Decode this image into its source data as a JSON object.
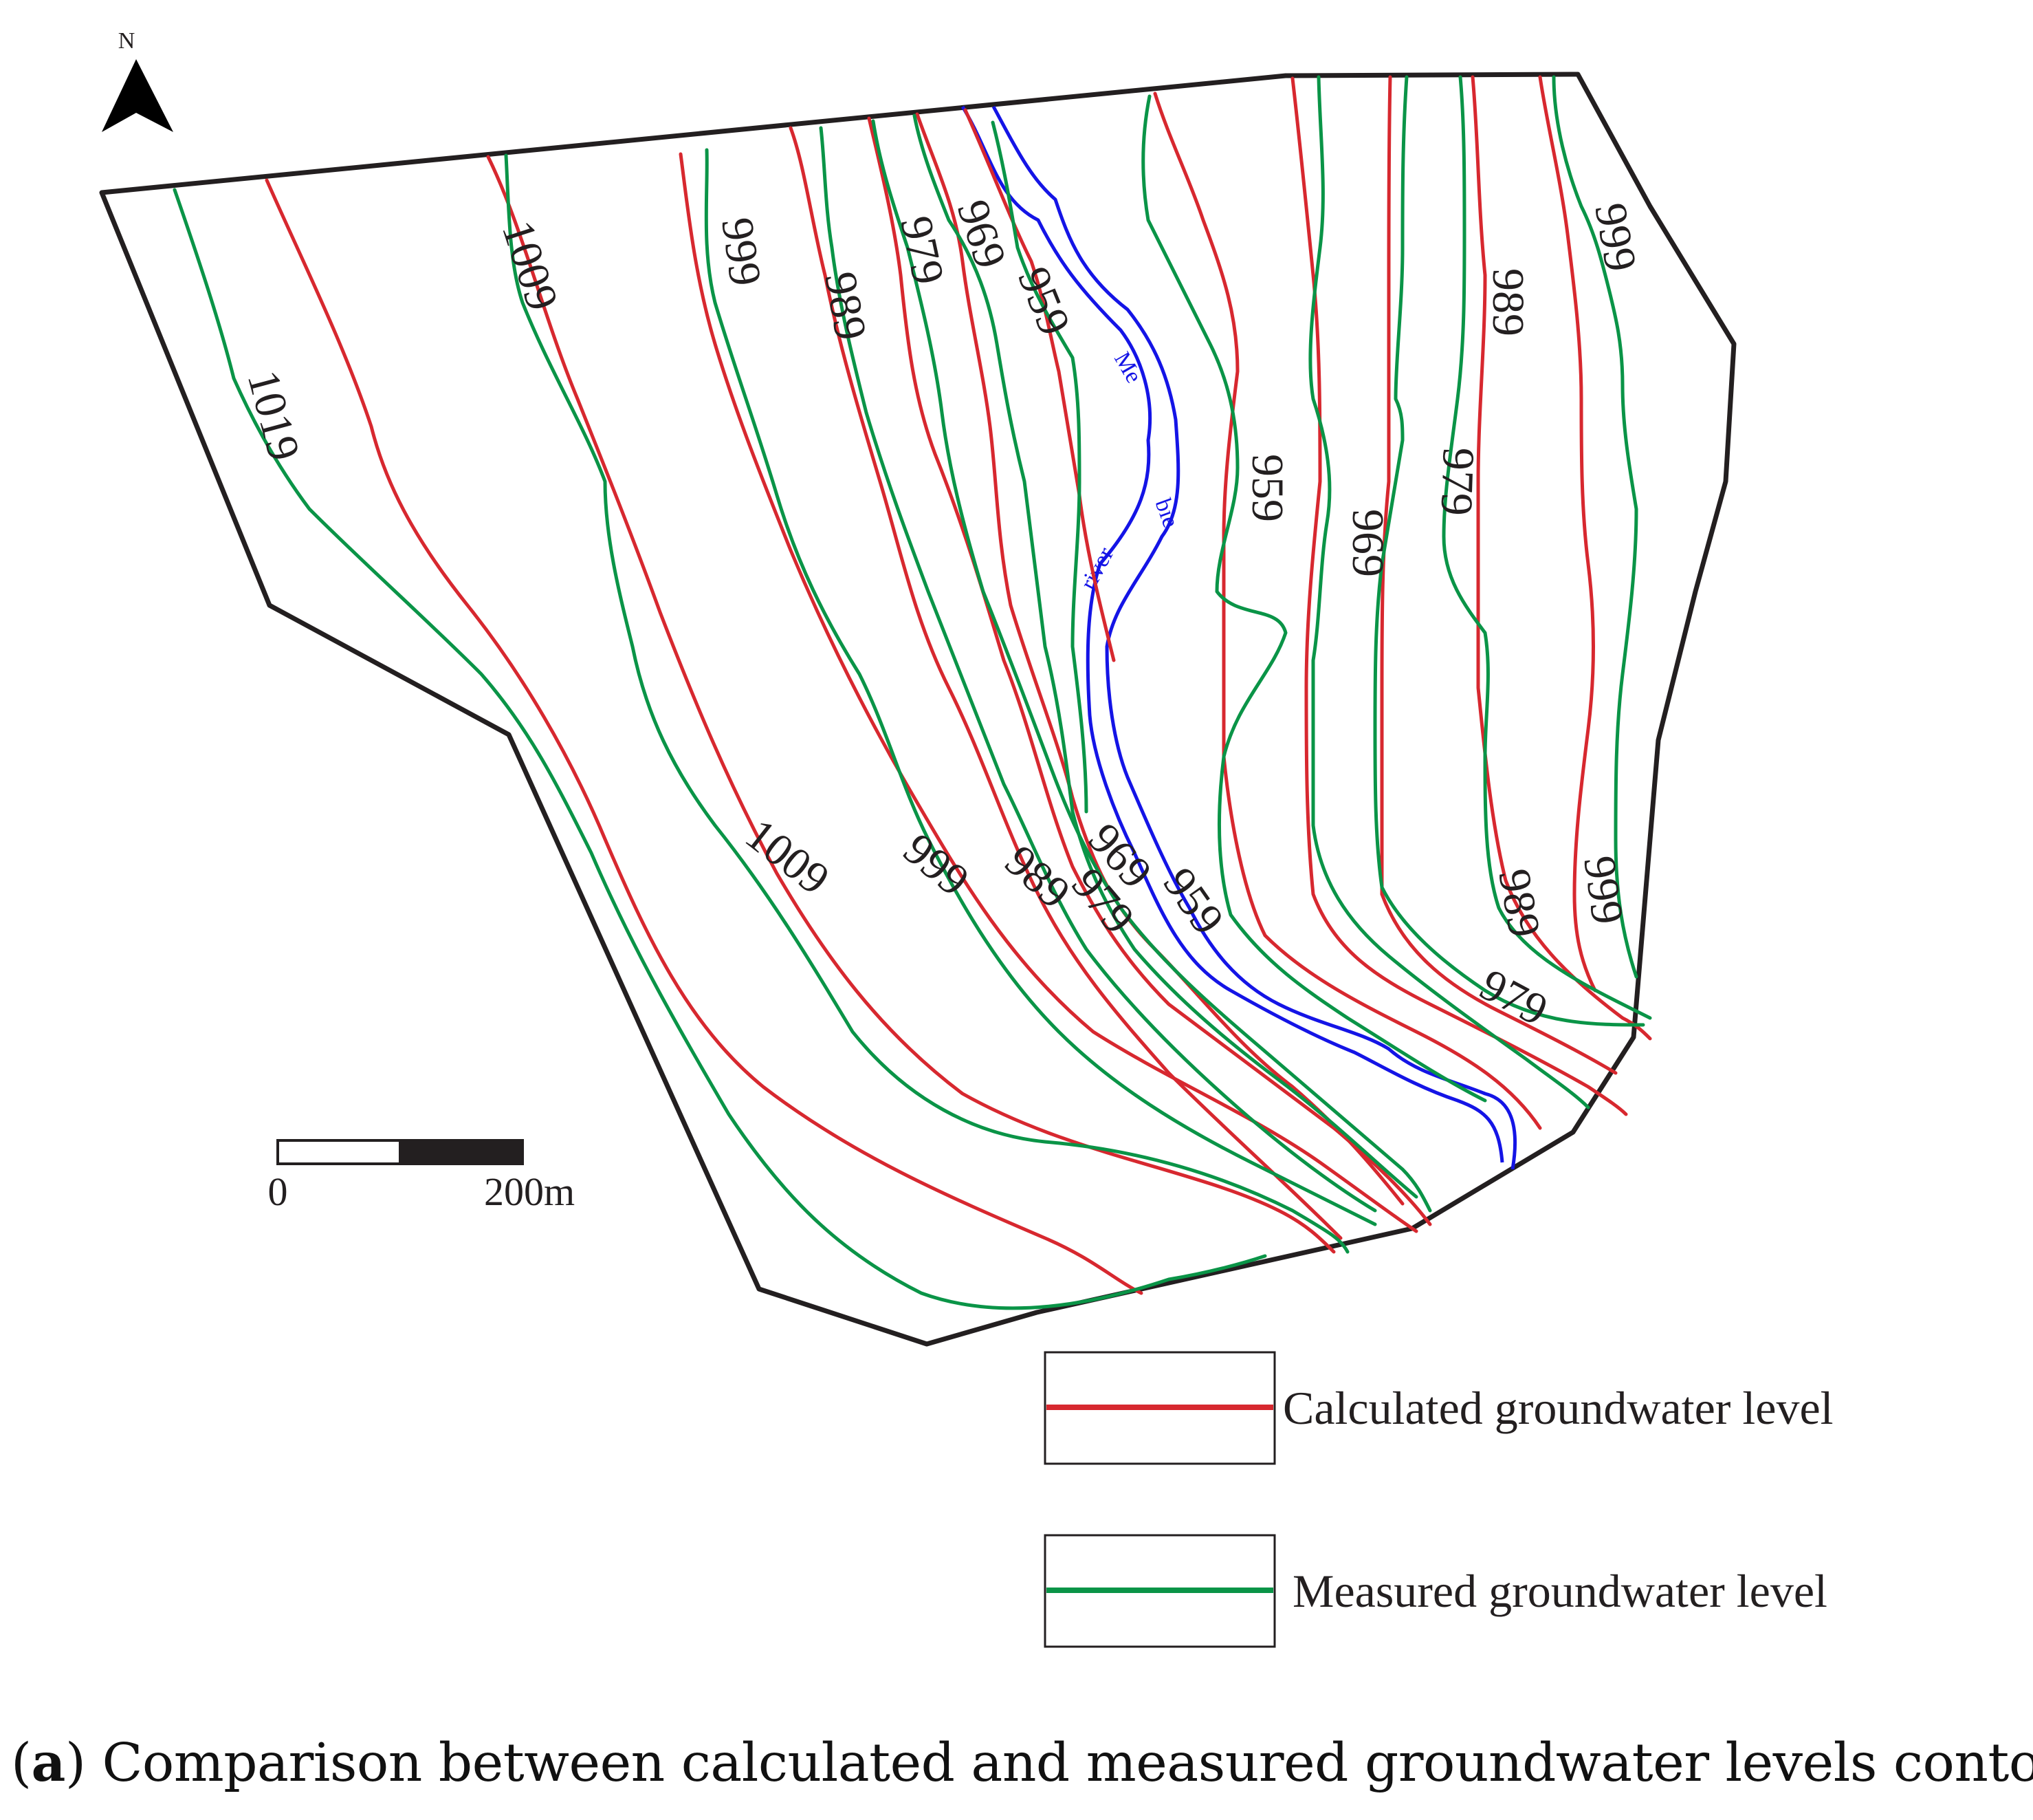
{
  "map": {
    "north_label": "N",
    "river_name_parts": [
      "Me",
      "bie",
      "river"
    ],
    "contour_levels": [
      "1019",
      "1009",
      "999",
      "989",
      "979",
      "969",
      "959"
    ],
    "labels_upper": [
      "1019",
      "1009",
      "999",
      "989",
      "979",
      "969",
      "959",
      "959",
      "969",
      "979",
      "989",
      "999"
    ],
    "labels_lower": [
      "1009",
      "999",
      "989",
      "969",
      "979",
      "959",
      "989",
      "979",
      "999"
    ]
  },
  "scale_bar": {
    "start_label": "0",
    "end_label": "200m"
  },
  "legend": {
    "items": [
      {
        "label": "Calculated groundwater level",
        "color": "#d7282f"
      },
      {
        "label": "Measured groundwater level",
        "color": "#0a9447"
      }
    ]
  },
  "caption": {
    "letter": "a",
    "text": " Comparison between calculated and measured groundwater levels contours"
  },
  "colors": {
    "boundary": "#231f20",
    "river": "#1414e6"
  }
}
